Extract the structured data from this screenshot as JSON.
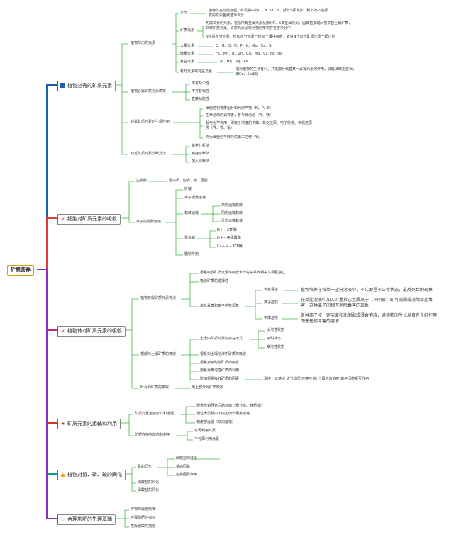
{
  "root": "矿质营养",
  "b1": {
    "title": "植物必需的矿质元素",
    "s1": {
      "label": "植物体内的元素",
      "huifen": "灰分",
      "huifen_desc": "植物体充分燃烧后，有机物中的C、H、O、N、部分S挥发掉，剩下的不能挥发的灰白色残渣为灰分",
      "kuangzhi": "矿质元素",
      "kuangzhi_desc1": "构成灰分的元素，包括所有金属元素及部分P、S多金属元素，因其直接或间接来自土壤矿质，又称矿质元素。矿质元素以氧化物的形式存在于灰分中",
      "kuangzhi_desc2": "N不是灰分元素，但和灰分元素一样从土壤中吸收，故将N也归于矿质元素一起讨论",
      "daliang": "大量元素",
      "daliang_list": "C、H、O、N、P、K、Mg、Ca、S、",
      "weiliang": "微量元素",
      "weiliang_list": "Fe、Mn、B、Zn、Cu、Mo、Cl、Ni、Na",
      "youyi": "有益元素",
      "youyi_list": "Al、Hg、Ag、As",
      "youdu": "有时元素或有益元素",
      "youdu_desc": "指对植物的生长有利，并能部分代替某一必需元素的作用，减轻其缺乏症状，如Co、Se(硒)"
    },
    "s2": {
      "label": "植物必需矿质元素确定",
      "c1": "不可缺少性",
      "c2": "不可替代性",
      "c3": "直接功能性"
    },
    "s3": {
      "label": "必需矿质元素的生理作用",
      "c1": "细胞结构物质组分和代谢产物（N、P、S）",
      "c2": "生命活动的调节者，参与酶活动（钾、镁）",
      "c3": "起电化学作用，即离子浓度的平衡、氧化还原、电子传递、氧化还原等（钾、铁、氯）",
      "c4": "作为细胞信号转导的第二信使（钙）"
    },
    "s4": {
      "label": "缺乏矿质元素诊断方法",
      "c1": "化学分析法",
      "c2": "病症诊断法",
      "c3": "加入诊断法"
    }
  },
  "b2": {
    "title": "细胞对矿质元素的吸收",
    "s1": {
      "label": "生物膜",
      "desc": "蛋白质、脂质、糖、固醇"
    },
    "s2": {
      "label": "离子的跨膜运输",
      "kuosan": "扩散",
      "tongdao": "离子通道运输",
      "zaiti": "载体运输",
      "zaiti_c1": "单向运输载体",
      "zaiti_c2": "同向运输载体",
      "zaiti_c3": "反向运输载体",
      "beng": "泵运输",
      "beng_c1": "H＋－ATP酶",
      "beng_c2": "H＋－焦磷酸酶",
      "beng_c3": "Ca＋＋－ATP酶",
      "yinbao": "胞饮作用"
    }
  },
  "b3": {
    "title": "植物体对矿质元素的吸收",
    "s1": {
      "label": "植物吸收矿质元素特点",
      "c1": "根系吸收矿质元素与吸收水分的关系既相关又相互独立",
      "c2": "吸收矿质的选择性",
      "c3": "单盐毒害和离子拮抗现象",
      "dy": "单盐毒害",
      "dy_desc": "植物培养在含单一盐分溶液中，不久即呈不正常状态，最后死亡的现象",
      "lz": "离子拮抗",
      "lz_desc": "在单盐溶液中加入少量其它金属离子（不同价）即可减弱或消除单盐毒害，这种离子间相互消除毒害的现象",
      "ph": "平衡溶液",
      "ph_desc": "各种离子按一定浓度和比例配成混合溶液，对植物的生长发育有良好作用而无任何毒害的溶液"
    },
    "s2": {
      "label": "根部对土壤矿质的吸收",
      "c1": "土壤中矿质元素的存在形式",
      "c1a": "水溶性状态",
      "c1b": "吸附状态",
      "c1c": "难溶性状态",
      "c2": "根系对土壤溶液中矿质的吸收",
      "c3": "根系对吸附态矿质的吸收",
      "c4": "根系对难溶性矿质的利用",
      "c5": "影响根系吸收矿质的因素",
      "c5_desc": "温度；三基点 通气状况 环境PH值 土壤溶液浓度 离子间的相互作用"
    },
    "s3": {
      "label": "叶片对矿质的吸收",
      "desc": "地上部分对矿质吸收"
    }
  },
  "b4": {
    "title": "矿质元素的运输和利用",
    "s1": {
      "label": "矿质元素运输形式和途径",
      "c1": "根表皮到导管间的运输（质外体、共质体）",
      "c2": "通过木质部由下向上的长距离运输",
      "c3": "韧皮部运输（双向运输）"
    },
    "s2": {
      "label": "矿质在植物体内的利用",
      "c1": "可再利用元素",
      "c2": "不可再利用元素"
    }
  },
  "b5": {
    "title": "植物对氮、磷、硫的同化",
    "s1": {
      "label": "氮的同化",
      "c1": "硝酸盐的还原",
      "c2": "氨的同化",
      "c3": "生物固氮作用"
    },
    "s2": "硫酸盐的同化",
    "s3": "磷酸盐的同化"
  },
  "b6": {
    "title": "合理施肥的生理基础",
    "c1": "作物的需肥规律",
    "c2": "合理施肥的指标",
    "c3": "发挥肥效的措施"
  },
  "colors": {
    "root": "#d8a000",
    "b1": "#1a5fb4",
    "b2": "#d93b3b",
    "b3": "#c0287c",
    "b4": "#d6341c",
    "b5": "#0f9c8c",
    "b6": "#8b2fc9",
    "sub": "#45b449"
  },
  "icons": {
    "b1": "book-icon",
    "b2": "molecule-icon",
    "b3": "molecule-icon",
    "b4": "flag-icon",
    "b5": "bulb-icon",
    "b6": "star-icon"
  }
}
